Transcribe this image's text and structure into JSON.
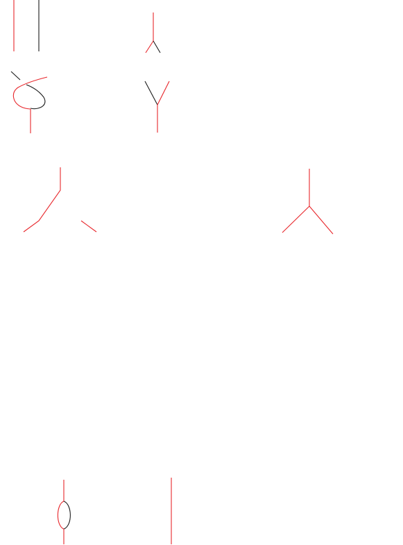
{
  "colors": {
    "strand_red": "#e8262b",
    "strand_black": "#1a1a1a",
    "background": "#ffffff"
  },
  "figures": [
    {
      "name": "parallel-strands",
      "strands": [
        "red",
        "black"
      ]
    },
    {
      "name": "twisted-loop",
      "strands": [
        "black",
        "red"
      ]
    },
    {
      "name": "merge-vertex-top",
      "strands": [
        "red"
      ]
    },
    {
      "name": "split-vertex",
      "strands": [
        "black",
        "red"
      ]
    },
    {
      "name": "broken-trivalent-vertex",
      "strands": [
        "red"
      ]
    },
    {
      "name": "trivalent-vertex",
      "strands": [
        "red"
      ]
    },
    {
      "name": "bubble",
      "strands": [
        "red",
        "black"
      ]
    },
    {
      "name": "single-strand",
      "strands": [
        "red"
      ]
    }
  ]
}
